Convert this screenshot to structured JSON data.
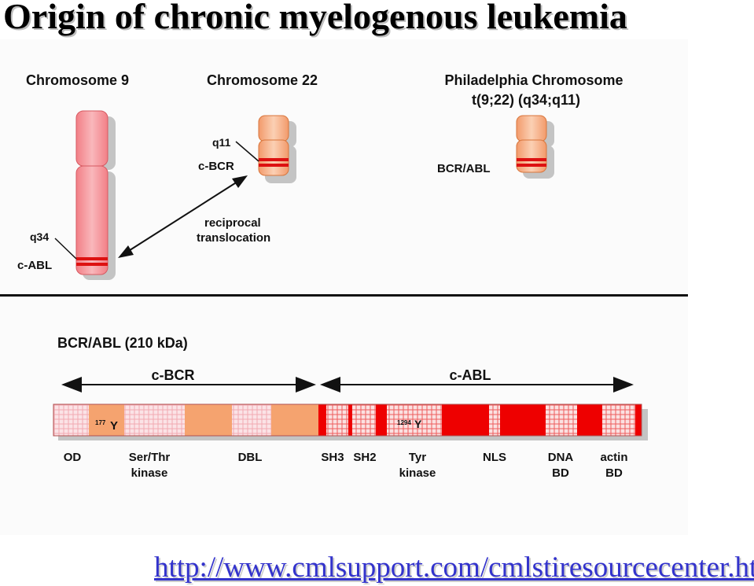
{
  "slide": {
    "title": "Origin of chronic myelogenous leukemia",
    "source_url": "http://www.cmlsupport.com/cmlstiresourcecenter.htm"
  },
  "chromosomes": {
    "chr9": {
      "title": "Chromosome 9",
      "band": "q34",
      "gene": "c-ABL"
    },
    "chr22": {
      "title": "Chromosome 22",
      "band": "q11",
      "gene": "c-BCR"
    },
    "philadelphia": {
      "title": "Philadelphia Chromosome",
      "subtitle": "t(9;22) (q34;q11)",
      "gene": "BCR/ABL"
    },
    "translocation_label_1": "reciprocal",
    "translocation_label_2": "translocation"
  },
  "protein": {
    "title": "BCR/ABL (210 kDa)",
    "bcr_label": "c-BCR",
    "abl_label": "c-ABL",
    "y177_label": "177",
    "y1294_label": "1294",
    "tyr_symbol": "Y",
    "domains": [
      {
        "line1": "OD",
        "line2": ""
      },
      {
        "line1": "Ser/Thr",
        "line2": "kinase"
      },
      {
        "line1": "DBL",
        "line2": ""
      },
      {
        "line1": "SH3",
        "line2": ""
      },
      {
        "line1": "SH2",
        "line2": ""
      },
      {
        "line1": "Tyr",
        "line2": "kinase"
      },
      {
        "line1": "NLS",
        "line2": ""
      },
      {
        "line1": "DNA",
        "line2": "BD"
      },
      {
        "line1": "actin",
        "line2": "BD"
      }
    ]
  },
  "colors": {
    "chr9_fill": "#f27f86",
    "chr9_light": "#f9b7bb",
    "chr22_fill": "#f29a6b",
    "chr22_light": "#fbd0b4",
    "band_red": "#dd1111",
    "bcr_segment": "#f5a36f",
    "abl_segment": "#ee0000",
    "shadow": "#bdbdbd"
  }
}
